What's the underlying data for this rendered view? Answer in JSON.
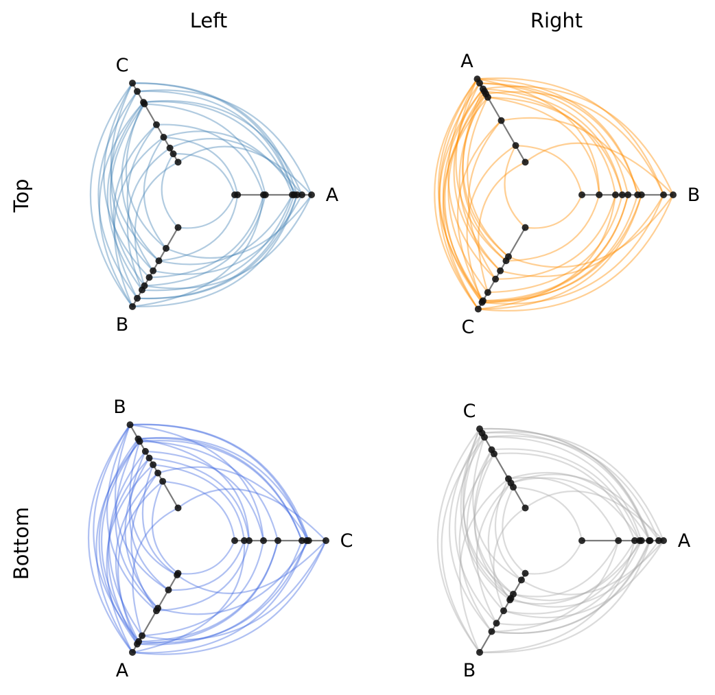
{
  "layout": {
    "column_titles": [
      "Left",
      "Right"
    ],
    "row_titles": [
      "Top",
      "Bottom"
    ]
  },
  "chart_data": [
    {
      "type": "hive",
      "panel": "top-left",
      "color": "#4682b4",
      "axes": [
        "A",
        "B",
        "C"
      ],
      "nodes": {
        "A": [
          0.0,
          0.03,
          0.3,
          0.32,
          0.6,
          0.62,
          0.65,
          0.7,
          0.8
        ],
        "B": [
          0.0,
          0.25,
          0.4,
          0.52,
          0.6,
          0.7,
          0.75,
          0.85,
          0.95
        ],
        "C": [
          0.0,
          0.1,
          0.17,
          0.3,
          0.45,
          0.7,
          0.72,
          0.85,
          0.95
        ]
      },
      "edges": [
        [
          "A",
          0,
          "B",
          0
        ],
        [
          "A",
          0,
          "C",
          1
        ],
        [
          "A",
          1,
          "B",
          2
        ],
        [
          "A",
          1,
          "C",
          3
        ],
        [
          "A",
          2,
          "B",
          4
        ],
        [
          "A",
          2,
          "C",
          4
        ],
        [
          "A",
          3,
          "B",
          5
        ],
        [
          "A",
          3,
          "C",
          5
        ],
        [
          "A",
          4,
          "B",
          6
        ],
        [
          "A",
          4,
          "C",
          6
        ],
        [
          "A",
          5,
          "B",
          7
        ],
        [
          "A",
          5,
          "C",
          7
        ],
        [
          "A",
          6,
          "B",
          8
        ],
        [
          "A",
          6,
          "C",
          8
        ],
        [
          "A",
          7,
          "B",
          3
        ],
        [
          "A",
          7,
          "C",
          2
        ],
        [
          "A",
          8,
          "B",
          1
        ],
        [
          "A",
          8,
          "C",
          0
        ],
        [
          "A",
          2,
          "B",
          8
        ],
        [
          "A",
          6,
          "C",
          3
        ],
        [
          "A",
          8,
          "B",
          5
        ],
        [
          "A",
          7,
          "C",
          6
        ],
        [
          "A",
          4,
          "B",
          2
        ],
        [
          "A",
          5,
          "C",
          8
        ],
        [
          "A",
          8,
          "C",
          7
        ],
        [
          "A",
          6,
          "B",
          7
        ],
        [
          "B",
          0,
          "C",
          1
        ],
        [
          "B",
          1,
          "C",
          3
        ],
        [
          "B",
          2,
          "C",
          5
        ],
        [
          "B",
          3,
          "C",
          7
        ],
        [
          "B",
          4,
          "C",
          8
        ],
        [
          "B",
          5,
          "C",
          0
        ],
        [
          "B",
          6,
          "C",
          2
        ],
        [
          "B",
          7,
          "C",
          4
        ],
        [
          "B",
          8,
          "C",
          6
        ],
        [
          "B",
          8,
          "C",
          8
        ],
        [
          "B",
          7,
          "C",
          7
        ],
        [
          "B",
          6,
          "C",
          6
        ],
        [
          "B",
          5,
          "C",
          5
        ],
        [
          "B",
          3,
          "C",
          4
        ],
        [
          "B",
          2,
          "C",
          8
        ],
        [
          "B",
          8,
          "C",
          3
        ],
        [
          "B",
          1,
          "C",
          6
        ]
      ]
    },
    {
      "type": "hive",
      "panel": "top-right",
      "color": "#ff8c00",
      "axes": [
        "B",
        "C",
        "A"
      ],
      "nodes": {
        "B": [
          0.0,
          0.18,
          0.35,
          0.42,
          0.48,
          0.58,
          0.62,
          0.85,
          0.95
        ],
        "C": [
          0.0,
          0.35,
          0.4,
          0.52,
          0.62,
          0.78,
          0.88,
          0.9,
          0.98
        ],
        "A": [
          0.0,
          0.2,
          0.5,
          0.78,
          0.82,
          0.85,
          0.88,
          0.95,
          1.0
        ]
      },
      "edges": [
        [
          "B",
          0,
          "C",
          0
        ],
        [
          "B",
          0,
          "A",
          1
        ],
        [
          "B",
          1,
          "C",
          2
        ],
        [
          "B",
          1,
          "A",
          3
        ],
        [
          "B",
          2,
          "C",
          4
        ],
        [
          "B",
          2,
          "A",
          5
        ],
        [
          "B",
          3,
          "C",
          5
        ],
        [
          "B",
          3,
          "A",
          6
        ],
        [
          "B",
          4,
          "C",
          6
        ],
        [
          "B",
          4,
          "A",
          7
        ],
        [
          "B",
          5,
          "C",
          7
        ],
        [
          "B",
          5,
          "A",
          8
        ],
        [
          "B",
          6,
          "C",
          8
        ],
        [
          "B",
          6,
          "A",
          2
        ],
        [
          "B",
          7,
          "C",
          3
        ],
        [
          "B",
          7,
          "A",
          4
        ],
        [
          "B",
          8,
          "C",
          1
        ],
        [
          "B",
          8,
          "A",
          0
        ],
        [
          "B",
          8,
          "C",
          8
        ],
        [
          "B",
          7,
          "A",
          8
        ],
        [
          "B",
          6,
          "C",
          6
        ],
        [
          "B",
          5,
          "A",
          7
        ],
        [
          "B",
          4,
          "C",
          7
        ],
        [
          "B",
          3,
          "A",
          3
        ],
        [
          "B",
          2,
          "C",
          8
        ],
        [
          "B",
          8,
          "A",
          6
        ],
        [
          "B",
          7,
          "C",
          7
        ],
        [
          "B",
          1,
          "A",
          8
        ],
        [
          "C",
          0,
          "A",
          1
        ],
        [
          "C",
          1,
          "A",
          3
        ],
        [
          "C",
          2,
          "A",
          5
        ],
        [
          "C",
          3,
          "A",
          7
        ],
        [
          "C",
          4,
          "A",
          8
        ],
        [
          "C",
          5,
          "A",
          0
        ],
        [
          "C",
          6,
          "A",
          2
        ],
        [
          "C",
          7,
          "A",
          4
        ],
        [
          "C",
          8,
          "A",
          6
        ],
        [
          "C",
          8,
          "A",
          8
        ],
        [
          "C",
          7,
          "A",
          7
        ],
        [
          "C",
          6,
          "A",
          6
        ],
        [
          "C",
          5,
          "A",
          5
        ],
        [
          "C",
          3,
          "A",
          4
        ],
        [
          "C",
          2,
          "A",
          8
        ],
        [
          "C",
          8,
          "A",
          3
        ],
        [
          "C",
          1,
          "A",
          6
        ],
        [
          "C",
          4,
          "A",
          2
        ],
        [
          "C",
          6,
          "A",
          8
        ],
        [
          "C",
          7,
          "A",
          1
        ]
      ]
    },
    {
      "type": "hive",
      "panel": "bottom-left",
      "color": "#4169e1",
      "axes": [
        "C",
        "A",
        "B"
      ],
      "nodes": {
        "C": [
          0.0,
          0.1,
          0.15,
          0.3,
          0.45,
          0.7,
          0.75,
          0.77,
          0.95
        ],
        "A": [
          0.0,
          0.02,
          0.2,
          0.42,
          0.45,
          0.75,
          0.82,
          0.85,
          0.95
        ],
        "B": [
          0.0,
          0.32,
          0.42,
          0.52,
          0.6,
          0.68,
          0.8,
          0.83,
          1.0
        ]
      },
      "edges": [
        [
          "C",
          0,
          "A",
          0
        ],
        [
          "C",
          0,
          "B",
          1
        ],
        [
          "C",
          1,
          "A",
          2
        ],
        [
          "C",
          1,
          "B",
          3
        ],
        [
          "C",
          2,
          "A",
          4
        ],
        [
          "C",
          2,
          "B",
          4
        ],
        [
          "C",
          3,
          "A",
          5
        ],
        [
          "C",
          3,
          "B",
          5
        ],
        [
          "C",
          4,
          "A",
          6
        ],
        [
          "C",
          4,
          "B",
          6
        ],
        [
          "C",
          5,
          "A",
          7
        ],
        [
          "C",
          5,
          "B",
          7
        ],
        [
          "C",
          6,
          "A",
          8
        ],
        [
          "C",
          6,
          "B",
          8
        ],
        [
          "C",
          7,
          "A",
          3
        ],
        [
          "C",
          7,
          "B",
          2
        ],
        [
          "C",
          8,
          "A",
          1
        ],
        [
          "C",
          8,
          "B",
          0
        ],
        [
          "C",
          8,
          "A",
          8
        ],
        [
          "C",
          7,
          "B",
          8
        ],
        [
          "C",
          6,
          "A",
          6
        ],
        [
          "C",
          5,
          "B",
          6
        ],
        [
          "C",
          4,
          "A",
          7
        ],
        [
          "C",
          3,
          "B",
          8
        ],
        [
          "C",
          8,
          "A",
          5
        ],
        [
          "C",
          7,
          "B",
          7
        ],
        [
          "C",
          1,
          "A",
          8
        ],
        [
          "C",
          2,
          "B",
          7
        ],
        [
          "A",
          0,
          "B",
          1
        ],
        [
          "A",
          1,
          "B",
          3
        ],
        [
          "A",
          2,
          "B",
          5
        ],
        [
          "A",
          3,
          "B",
          7
        ],
        [
          "A",
          4,
          "B",
          8
        ],
        [
          "A",
          5,
          "B",
          0
        ],
        [
          "A",
          6,
          "B",
          2
        ],
        [
          "A",
          7,
          "B",
          4
        ],
        [
          "A",
          8,
          "B",
          6
        ],
        [
          "A",
          8,
          "B",
          8
        ],
        [
          "A",
          7,
          "B",
          7
        ],
        [
          "A",
          6,
          "B",
          6
        ],
        [
          "A",
          5,
          "B",
          5
        ],
        [
          "A",
          3,
          "B",
          4
        ],
        [
          "A",
          2,
          "B",
          8
        ],
        [
          "A",
          8,
          "B",
          3
        ],
        [
          "A",
          1,
          "B",
          6
        ],
        [
          "A",
          4,
          "B",
          2
        ],
        [
          "A",
          6,
          "B",
          8
        ],
        [
          "A",
          7,
          "B",
          1
        ]
      ]
    },
    {
      "type": "hive",
      "panel": "bottom-right",
      "color": "#a9a9a9",
      "axes": [
        "A",
        "B",
        "C"
      ],
      "nodes": {
        "A": [
          0.0,
          0.38,
          0.55,
          0.6,
          0.62,
          0.7,
          0.71,
          0.8,
          0.85
        ],
        "B": [
          0.0,
          0.08,
          0.25,
          0.3,
          0.32,
          0.45,
          0.6,
          0.7,
          0.95
        ],
        "C": [
          0.0,
          0.25,
          0.3,
          0.35,
          0.65,
          0.7,
          0.85,
          0.9,
          0.95
        ]
      },
      "edges": [
        [
          "A",
          0,
          "B",
          0
        ],
        [
          "A",
          0,
          "C",
          1
        ],
        [
          "A",
          1,
          "B",
          2
        ],
        [
          "A",
          1,
          "C",
          3
        ],
        [
          "A",
          2,
          "B",
          4
        ],
        [
          "A",
          2,
          "C",
          4
        ],
        [
          "A",
          3,
          "B",
          5
        ],
        [
          "A",
          3,
          "C",
          5
        ],
        [
          "A",
          4,
          "B",
          6
        ],
        [
          "A",
          4,
          "C",
          6
        ],
        [
          "A",
          5,
          "B",
          7
        ],
        [
          "A",
          5,
          "C",
          7
        ],
        [
          "A",
          6,
          "B",
          8
        ],
        [
          "A",
          6,
          "C",
          8
        ],
        [
          "A",
          7,
          "B",
          3
        ],
        [
          "A",
          7,
          "C",
          2
        ],
        [
          "A",
          8,
          "B",
          1
        ],
        [
          "A",
          8,
          "C",
          0
        ],
        [
          "A",
          2,
          "B",
          8
        ],
        [
          "A",
          6,
          "C",
          3
        ],
        [
          "A",
          8,
          "B",
          5
        ],
        [
          "A",
          7,
          "C",
          6
        ],
        [
          "A",
          4,
          "B",
          2
        ],
        [
          "A",
          5,
          "C",
          8
        ],
        [
          "A",
          8,
          "C",
          7
        ],
        [
          "A",
          6,
          "B",
          7
        ],
        [
          "A",
          3,
          "C",
          2
        ],
        [
          "A",
          1,
          "B",
          7
        ],
        [
          "B",
          0,
          "C",
          1
        ],
        [
          "B",
          1,
          "C",
          3
        ],
        [
          "B",
          2,
          "C",
          5
        ],
        [
          "B",
          3,
          "C",
          7
        ],
        [
          "B",
          4,
          "C",
          8
        ],
        [
          "B",
          5,
          "C",
          0
        ],
        [
          "B",
          6,
          "C",
          2
        ],
        [
          "B",
          7,
          "C",
          4
        ],
        [
          "B",
          8,
          "C",
          6
        ],
        [
          "B",
          8,
          "C",
          8
        ],
        [
          "B",
          7,
          "C",
          7
        ],
        [
          "B",
          6,
          "C",
          6
        ],
        [
          "B",
          5,
          "C",
          5
        ],
        [
          "B",
          3,
          "C",
          4
        ],
        [
          "B",
          2,
          "C",
          8
        ],
        [
          "B",
          8,
          "C",
          3
        ],
        [
          "B",
          1,
          "C",
          6
        ],
        [
          "B",
          4,
          "C",
          2
        ]
      ]
    }
  ]
}
